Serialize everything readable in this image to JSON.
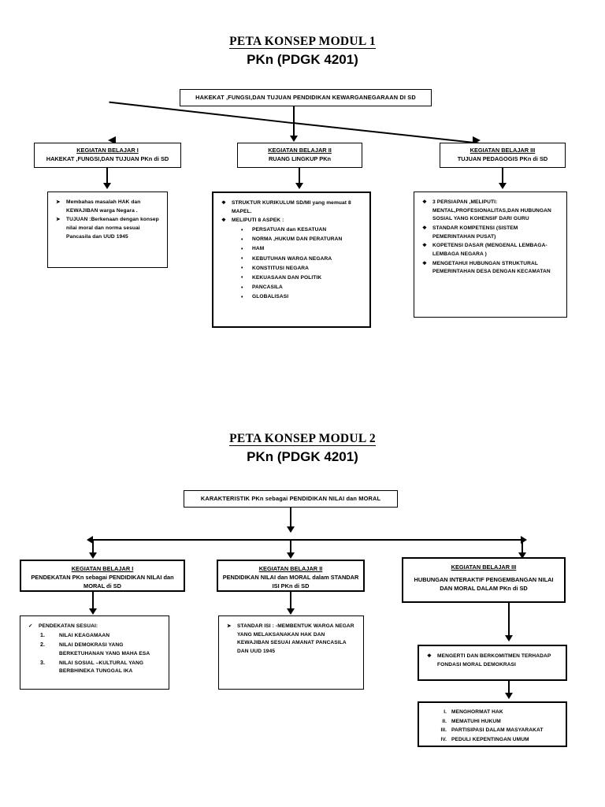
{
  "document": {
    "modules": [
      {
        "id": "modul-1",
        "title_main": "PETA KONSEP MODUL 1",
        "title_sub": "PKn (PDGK 4201)",
        "root_box": "HAKEKAT ,FUNGSI,DAN TUJUAN PENDIDIKAN  KEWARGANEGARAAN DI SD",
        "branches": [
          {
            "header": "KEGIATAN BELAJAR I",
            "subtitle": "HAKEKAT ,FUNGSI,DAN TUJUAN PKn di SD",
            "detail_items": [
              {
                "marker": "➤",
                "text": "Membahas masalah HAK dan KEWAJIBAN warga Negara ."
              },
              {
                "marker": "➤",
                "text": "TUJUAN :Berkenaan dengan konsep nilai moral dan norma sesuai Pancasila dan UUD 1945"
              }
            ]
          },
          {
            "header": "KEGIATAN BELAJAR II",
            "subtitle": "RUANG LINGKUP  PKn",
            "detail_items": [
              {
                "marker": "❖",
                "text": "STRUKTUR KURIKULUM SD/MI yang memuat 8 MAPEL."
              },
              {
                "marker": "❖",
                "text": "MELIPUTI 8 ASPEK :"
              }
            ],
            "sub_items": [
              "PERSATUAN dan KESATUAN",
              "NORMA ,HUKUM DAN PERATURAN",
              "HAM",
              "KEBUTUHAN WARGA NEGARA",
              "KONSTITUSI  NEGARA",
              "KEKUASAAN DAN POLITIK",
              "PANCASILA",
              "GLOBALISASI"
            ]
          },
          {
            "header": "KEGIATAN BELAJAR III",
            "subtitle": "TUJUAN PEDAGOGIS PKn di SD",
            "detail_items": [
              {
                "marker": "❖",
                "text": "3 PERSIAPAN ,MELIPUTI: MENTAL,PROFESIONALITAS,DAN HUBUNGAN SOSIAL  YANG KOHENSIF DARI GURU"
              },
              {
                "marker": "❖",
                "text": "STANDAR KOMPETENSI (SISTEM PEMERINTAHAN PUSAT)"
              },
              {
                "marker": "❖",
                "text": "KOPETENSI DASAR (MENGENAL LEMBAGA- LEMBAGA NEGARA )"
              },
              {
                "marker": "❖",
                "text": "MENGETAHUI HUBUNGAN STRUKTURAL PEMERINTAHAN DESA DENGAN KECAMATAN"
              }
            ]
          }
        ]
      },
      {
        "id": "modul-2",
        "title_main": "PETA KONSEP MODUL 2",
        "title_sub": "PKn (PDGK 4201)",
        "root_box": "KARAKTERISTIK PKn sebagai PENDIDIKAN NILAI dan MORAL",
        "branches": [
          {
            "header": "KEGIATAN BELAJAR I",
            "subtitle": "PENDEKATAN  PKn sebagai PENDIDIKAN NILAI dan MORAL di SD",
            "detail_heading": {
              "marker": "✓",
              "text": "PENDEKATAN SESUAI:"
            },
            "numbered_items": [
              "NILAI KEAGAMAAN",
              "NILAI DEMOKRASI YANG BERKETUHANAN YANG MAHA ESA",
              "NILAI SOSIAL –KULTURAL YANG BERBHINEKA TUNGGAL IKA"
            ]
          },
          {
            "header": "KEGIATAN BELAJAR II",
            "subtitle": "PENDIDIKAN NILAI dan MORAL dalam STANDAR ISI PKn  di SD",
            "detail_items": [
              {
                "marker": "➤",
                "text": "STANDAR  ISI : -MEMBENTUK WARGA NEGAR YANG MELAKSANAKAN HAK DAN KEWAJIBAN SESUAI AMANAT PANCASILA DAN UUD 1945"
              }
            ]
          },
          {
            "header": "KEGIATAN BELAJAR III",
            "subtitle": "HUBUNGAN INTERAKTIF  PENGEMBANGAN NILAI DAN MORAL DALAM PKn di SD",
            "detail_items": [
              {
                "marker": "❖",
                "text": "MENGERTI DAN BERKOMITMEN TERHADAP FONDASI MORAL DEMOKRASI"
              }
            ],
            "roman_items": [
              {
                "marker": "I.",
                "text": "MENGHORMAT HAK"
              },
              {
                "marker": "II.",
                "text": "MEMATUHI HUKUM"
              },
              {
                "marker": "III.",
                "text": "PARTISIPASI DALAM MASYARAKAT"
              },
              {
                "marker": "IV.",
                "text": "PEDULI KEPENTINGAN UMUM"
              }
            ]
          }
        ]
      }
    ]
  }
}
